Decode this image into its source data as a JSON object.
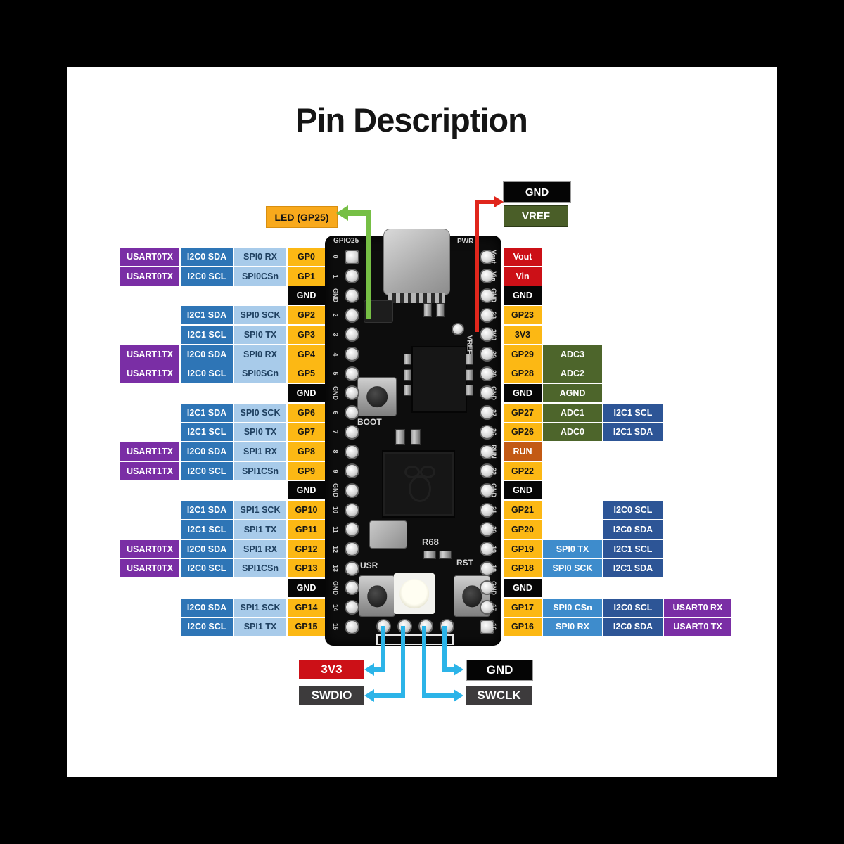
{
  "title": "Pin Description",
  "colors": {
    "usart_purple": "#7A2EA5",
    "i2c_blue": "#2E75B6",
    "i2c_navy": "#2D5596",
    "spi_pale_blue": "#A8CBEA",
    "spi_mid_blue": "#3E8CCC",
    "gpio_yellow": "#FCB814",
    "gnd_black": "#060606",
    "power_red": "#CC1017",
    "adc_green": "#4D652B",
    "run_orange": "#C35A14",
    "wire_green": "#76BF45",
    "wire_red": "#E0261C",
    "wire_cyan": "#2CB4E8",
    "swd_gray": "#3D3B3C"
  },
  "annotations": {
    "top": {
      "gnd": "GND",
      "vref": "VREF",
      "led": "LED (GP25)"
    },
    "bottom": {
      "v3v3": "3V3",
      "swdio": "SWDIO",
      "gnd": "GND",
      "swclk": "SWCLK"
    }
  },
  "board": {
    "silk_top_left": "GPIO25",
    "silk_top_right": "PWR",
    "boot_label": "BOOT",
    "usr_label": "USR",
    "rst_label": "RST",
    "r68_label": "R68",
    "vref_silk": "VREF",
    "left_edge_pins": [
      "0",
      "1",
      "GND",
      "2",
      "3",
      "4",
      "5",
      "GND",
      "6",
      "7",
      "8",
      "9",
      "GND",
      "10",
      "11",
      "12",
      "13",
      "GND",
      "14",
      "15"
    ],
    "right_edge_pins": [
      "Vout",
      "Vin",
      "GND",
      "23",
      "3V3",
      "29",
      "28",
      "GND",
      "27",
      "26",
      "RUN",
      "22",
      "GND",
      "21",
      "20",
      "19",
      "18",
      "GND",
      "17",
      "16"
    ]
  },
  "left_rows": [
    {
      "cells": [
        {
          "col": 1,
          "type": "usart",
          "text": "USART0TX"
        },
        {
          "col": 2,
          "type": "i2c-dark",
          "text": "I2C0 SDA"
        },
        {
          "col": 3,
          "type": "spi-pale",
          "text": "SPI0 RX"
        },
        {
          "col": 4,
          "type": "gpio",
          "text": "GP0"
        }
      ]
    },
    {
      "cells": [
        {
          "col": 1,
          "type": "usart",
          "text": "USART0TX"
        },
        {
          "col": 2,
          "type": "i2c-dark",
          "text": "I2C0 SCL"
        },
        {
          "col": 3,
          "type": "spi-pale",
          "text": "SPI0CSn"
        },
        {
          "col": 4,
          "type": "gpio",
          "text": "GP1"
        }
      ]
    },
    {
      "cells": [
        {
          "col": 4,
          "type": "gnd",
          "text": "GND"
        }
      ]
    },
    {
      "cells": [
        {
          "col": 2,
          "type": "i2c-dark",
          "text": "I2C1 SDA"
        },
        {
          "col": 3,
          "type": "spi-pale",
          "text": "SPI0 SCK"
        },
        {
          "col": 4,
          "type": "gpio",
          "text": "GP2"
        }
      ]
    },
    {
      "cells": [
        {
          "col": 2,
          "type": "i2c-dark",
          "text": "I2C1 SCL"
        },
        {
          "col": 3,
          "type": "spi-pale",
          "text": "SPI0 TX"
        },
        {
          "col": 4,
          "type": "gpio",
          "text": "GP3"
        }
      ]
    },
    {
      "cells": [
        {
          "col": 1,
          "type": "usart",
          "text": "USART1TX"
        },
        {
          "col": 2,
          "type": "i2c-dark",
          "text": "I2C0 SDA"
        },
        {
          "col": 3,
          "type": "spi-pale",
          "text": "SPI0 RX"
        },
        {
          "col": 4,
          "type": "gpio",
          "text": "GP4"
        }
      ]
    },
    {
      "cells": [
        {
          "col": 1,
          "type": "usart",
          "text": "USART1TX"
        },
        {
          "col": 2,
          "type": "i2c-dark",
          "text": "I2C0 SCL"
        },
        {
          "col": 3,
          "type": "spi-pale",
          "text": "SPI0SCn"
        },
        {
          "col": 4,
          "type": "gpio",
          "text": "GP5"
        }
      ]
    },
    {
      "cells": [
        {
          "col": 4,
          "type": "gnd",
          "text": "GND"
        }
      ]
    },
    {
      "cells": [
        {
          "col": 2,
          "type": "i2c-dark",
          "text": "I2C1 SDA"
        },
        {
          "col": 3,
          "type": "spi-pale",
          "text": "SPI0 SCK"
        },
        {
          "col": 4,
          "type": "gpio",
          "text": "GP6"
        }
      ]
    },
    {
      "cells": [
        {
          "col": 2,
          "type": "i2c-dark",
          "text": "I2C1 SCL"
        },
        {
          "col": 3,
          "type": "spi-pale",
          "text": "SPI0 TX"
        },
        {
          "col": 4,
          "type": "gpio",
          "text": "GP7"
        }
      ]
    },
    {
      "cells": [
        {
          "col": 1,
          "type": "usart",
          "text": "USART1TX"
        },
        {
          "col": 2,
          "type": "i2c-dark",
          "text": "I2C0 SDA"
        },
        {
          "col": 3,
          "type": "spi-pale",
          "text": "SPI1 RX"
        },
        {
          "col": 4,
          "type": "gpio",
          "text": "GP8"
        }
      ]
    },
    {
      "cells": [
        {
          "col": 1,
          "type": "usart",
          "text": "USART1TX"
        },
        {
          "col": 2,
          "type": "i2c-dark",
          "text": "I2C0 SCL"
        },
        {
          "col": 3,
          "type": "spi-pale",
          "text": "SPI1CSn"
        },
        {
          "col": 4,
          "type": "gpio",
          "text": "GP9"
        }
      ]
    },
    {
      "cells": [
        {
          "col": 4,
          "type": "gnd",
          "text": "GND"
        }
      ]
    },
    {
      "cells": [
        {
          "col": 2,
          "type": "i2c-dark",
          "text": "I2C1 SDA"
        },
        {
          "col": 3,
          "type": "spi-pale",
          "text": "SPI1 SCK"
        },
        {
          "col": 4,
          "type": "gpio",
          "text": "GP10"
        }
      ]
    },
    {
      "cells": [
        {
          "col": 2,
          "type": "i2c-dark",
          "text": "I2C1 SCL"
        },
        {
          "col": 3,
          "type": "spi-pale",
          "text": "SPI1 TX"
        },
        {
          "col": 4,
          "type": "gpio",
          "text": "GP11"
        }
      ]
    },
    {
      "cells": [
        {
          "col": 1,
          "type": "usart",
          "text": "USART0TX"
        },
        {
          "col": 2,
          "type": "i2c-dark",
          "text": "I2C0 SDA"
        },
        {
          "col": 3,
          "type": "spi-pale",
          "text": "SPI1 RX"
        },
        {
          "col": 4,
          "type": "gpio",
          "text": "GP12"
        }
      ]
    },
    {
      "cells": [
        {
          "col": 1,
          "type": "usart",
          "text": "USART0TX"
        },
        {
          "col": 2,
          "type": "i2c-dark",
          "text": "I2C0 SCL"
        },
        {
          "col": 3,
          "type": "spi-pale",
          "text": "SPI1CSn"
        },
        {
          "col": 4,
          "type": "gpio",
          "text": "GP13"
        }
      ]
    },
    {
      "cells": [
        {
          "col": 4,
          "type": "gnd",
          "text": "GND"
        }
      ]
    },
    {
      "cells": [
        {
          "col": 2,
          "type": "i2c-dark",
          "text": "I2C0 SDA"
        },
        {
          "col": 3,
          "type": "spi-pale",
          "text": "SPI1 SCK"
        },
        {
          "col": 4,
          "type": "gpio",
          "text": "GP14"
        }
      ]
    },
    {
      "cells": [
        {
          "col": 2,
          "type": "i2c-dark",
          "text": "I2C0 SCL"
        },
        {
          "col": 3,
          "type": "spi-pale",
          "text": "SPI1 TX"
        },
        {
          "col": 4,
          "type": "gpio",
          "text": "GP15"
        }
      ]
    }
  ],
  "right_rows": [
    {
      "cells": [
        {
          "col": 1,
          "type": "power",
          "text": "Vout"
        }
      ]
    },
    {
      "cells": [
        {
          "col": 1,
          "type": "power",
          "text": "Vin"
        }
      ]
    },
    {
      "cells": [
        {
          "col": 1,
          "type": "gnd",
          "text": "GND"
        }
      ]
    },
    {
      "cells": [
        {
          "col": 1,
          "type": "gpio",
          "text": "GP23"
        }
      ]
    },
    {
      "cells": [
        {
          "col": 1,
          "type": "gpio",
          "text": "3V3"
        }
      ]
    },
    {
      "cells": [
        {
          "col": 1,
          "type": "gpio",
          "text": "GP29"
        },
        {
          "col": 2,
          "type": "adc",
          "text": "ADC3"
        }
      ]
    },
    {
      "cells": [
        {
          "col": 1,
          "type": "gpio",
          "text": "GP28"
        },
        {
          "col": 2,
          "type": "adc",
          "text": "ADC2"
        }
      ]
    },
    {
      "cells": [
        {
          "col": 1,
          "type": "gnd",
          "text": "GND"
        },
        {
          "col": 2,
          "type": "adc",
          "text": "AGND"
        }
      ]
    },
    {
      "cells": [
        {
          "col": 1,
          "type": "gpio",
          "text": "GP27"
        },
        {
          "col": 2,
          "type": "adc",
          "text": "ADC1"
        },
        {
          "col": 3,
          "type": "i2c-navy",
          "text": "I2C1 SCL"
        }
      ]
    },
    {
      "cells": [
        {
          "col": 1,
          "type": "gpio",
          "text": "GP26"
        },
        {
          "col": 2,
          "type": "adc",
          "text": "ADC0"
        },
        {
          "col": 3,
          "type": "i2c-navy",
          "text": "I2C1 SDA"
        }
      ]
    },
    {
      "cells": [
        {
          "col": 1,
          "type": "run",
          "text": "RUN"
        }
      ]
    },
    {
      "cells": [
        {
          "col": 1,
          "type": "gpio",
          "text": "GP22"
        }
      ]
    },
    {
      "cells": [
        {
          "col": 1,
          "type": "gnd",
          "text": "GND"
        }
      ]
    },
    {
      "cells": [
        {
          "col": 1,
          "type": "gpio",
          "text": "GP21"
        },
        {
          "col": 3,
          "type": "i2c-navy",
          "text": "I2C0 SCL"
        }
      ]
    },
    {
      "cells": [
        {
          "col": 1,
          "type": "gpio",
          "text": "GP20"
        },
        {
          "col": 3,
          "type": "i2c-navy",
          "text": "I2C0 SDA"
        }
      ]
    },
    {
      "cells": [
        {
          "col": 1,
          "type": "gpio",
          "text": "GP19"
        },
        {
          "col": 2,
          "type": "spi-mid",
          "text": "SPI0 TX"
        },
        {
          "col": 3,
          "type": "i2c-navy",
          "text": "I2C1 SCL"
        }
      ]
    },
    {
      "cells": [
        {
          "col": 1,
          "type": "gpio",
          "text": "GP18"
        },
        {
          "col": 2,
          "type": "spi-mid",
          "text": "SPI0 SCK"
        },
        {
          "col": 3,
          "type": "i2c-navy",
          "text": "I2C1 SDA"
        }
      ]
    },
    {
      "cells": [
        {
          "col": 1,
          "type": "gnd",
          "text": "GND"
        }
      ]
    },
    {
      "cells": [
        {
          "col": 1,
          "type": "gpio",
          "text": "GP17"
        },
        {
          "col": 2,
          "type": "spi-mid",
          "text": "SPI0 CSn"
        },
        {
          "col": 3,
          "type": "i2c-navy",
          "text": "I2C0 SCL"
        },
        {
          "col": 4,
          "type": "usart",
          "text": "USART0 RX"
        }
      ]
    },
    {
      "cells": [
        {
          "col": 1,
          "type": "gpio",
          "text": "GP16"
        },
        {
          "col": 2,
          "type": "spi-mid",
          "text": "SPI0 RX"
        },
        {
          "col": 3,
          "type": "i2c-navy",
          "text": "I2C0 SDA"
        },
        {
          "col": 4,
          "type": "usart",
          "text": "USART0 TX"
        }
      ]
    }
  ]
}
